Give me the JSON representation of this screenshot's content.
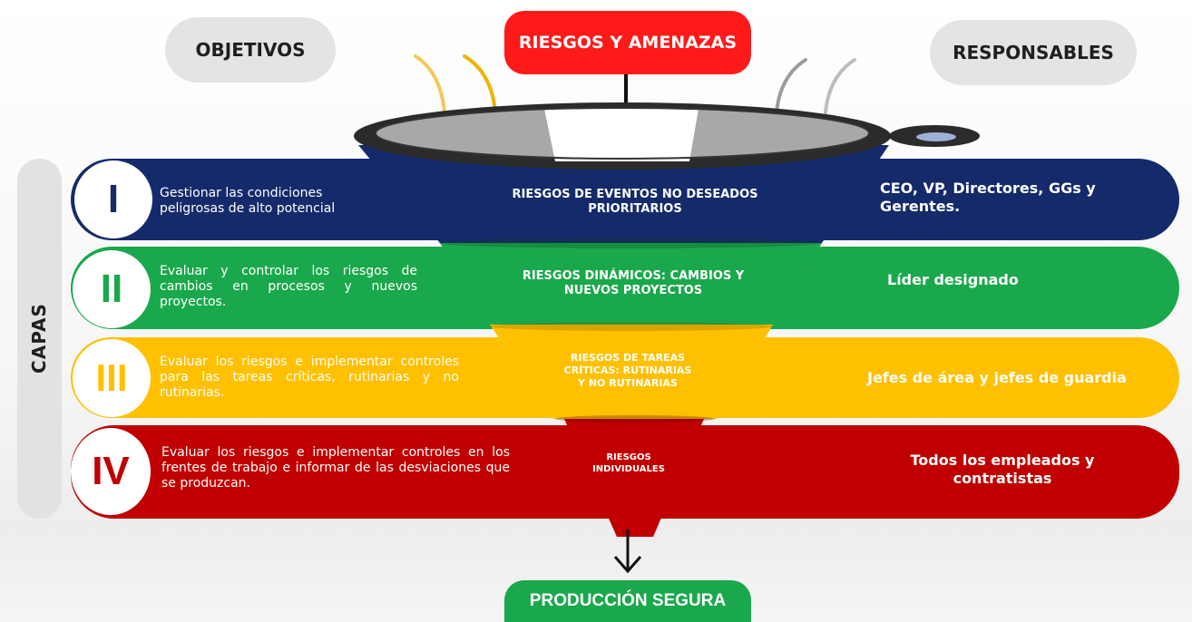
{
  "headers": {
    "objetivos": "OBJETIVOS",
    "riesgos_amenazas": "RIESGOS Y AMENAZAS",
    "responsables": "RESPONSABLES",
    "produccion": "PRODUCCIÓN SEGURA"
  },
  "side_label": "CAPAS",
  "layers": [
    {
      "numeral": "I",
      "objective": "Gestionar las condiciones peligrosas de alto potencial",
      "risk": "RIESGOS DE EVENTOS NO DESEADOS PRIORITARIOS",
      "responsible": "CEO, VP, Directores, GGs y Gerentes.",
      "color": "#152a6a"
    },
    {
      "numeral": "II",
      "objective": "Evaluar y controlar los riesgos de cambios en procesos y nuevos proyectos.",
      "risk": "RIESGOS DINÁMICOS: CAMBIOS Y NUEVOS PROYECTOS",
      "responsible": "Líder designado",
      "color": "#1aa84c"
    },
    {
      "numeral": "III",
      "objective": "Evaluar los riesgos e implementar controles para las tareas críticas,  rutinarias y no rutinarias.",
      "risk": "RIESGOS DE TAREAS CRÍTICAS: RUTINARIAS Y NO RUTINARIAS",
      "responsible": "Jefes de área y jefes de guardia",
      "color": "#ffc000"
    },
    {
      "numeral": "IV",
      "objective": "Evaluar los riesgos e implementar controles en los frentes de trabajo e informar de las desviaciones que se produzcan.",
      "risk": "RIESGOS INDIVIDUALES",
      "responsible": "Todos los empleados y contratistas",
      "color": "#c00000"
    }
  ]
}
